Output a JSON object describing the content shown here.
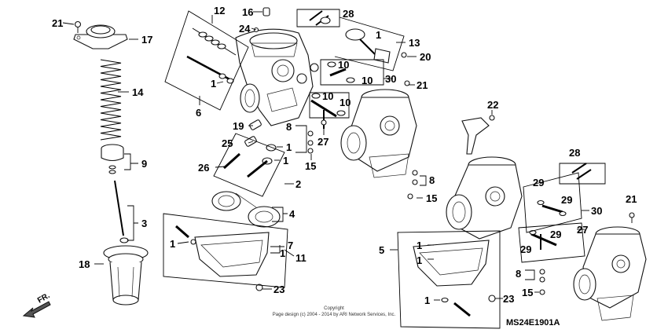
{
  "diagram": {
    "diagram_code": "MS24E1901A",
    "direction_label": "FR.",
    "copyright_line1": "Copyright",
    "copyright_line2": "Page design (c) 2004 - 2014 by ARI Network Services, Inc.",
    "callouts": [
      {
        "id": "c21a",
        "text": "21"
      },
      {
        "id": "c17",
        "text": "17"
      },
      {
        "id": "c14",
        "text": "14"
      },
      {
        "id": "c9",
        "text": "9"
      },
      {
        "id": "c3",
        "text": "3"
      },
      {
        "id": "c18",
        "text": "18"
      },
      {
        "id": "c12",
        "text": "12"
      },
      {
        "id": "c16",
        "text": "16"
      },
      {
        "id": "c24",
        "text": "24"
      },
      {
        "id": "c1a",
        "text": "1"
      },
      {
        "id": "c6",
        "text": "6"
      },
      {
        "id": "c19",
        "text": "19"
      },
      {
        "id": "c25",
        "text": "25"
      },
      {
        "id": "c1b",
        "text": "1"
      },
      {
        "id": "c1c",
        "text": "1"
      },
      {
        "id": "c26",
        "text": "26"
      },
      {
        "id": "c2",
        "text": "2"
      },
      {
        "id": "c4",
        "text": "4"
      },
      {
        "id": "c1d",
        "text": "1"
      },
      {
        "id": "c7",
        "text": "7"
      },
      {
        "id": "c1e",
        "text": "1"
      },
      {
        "id": "c11",
        "text": "11"
      },
      {
        "id": "c23a",
        "text": "23"
      },
      {
        "id": "c28a",
        "text": "28"
      },
      {
        "id": "c1f",
        "text": "1"
      },
      {
        "id": "c13",
        "text": "13"
      },
      {
        "id": "c20",
        "text": "20"
      },
      {
        "id": "c10a",
        "text": "10"
      },
      {
        "id": "c10b",
        "text": "10"
      },
      {
        "id": "c30a",
        "text": "30"
      },
      {
        "id": "c21b",
        "text": "21"
      },
      {
        "id": "c10c",
        "text": "10"
      },
      {
        "id": "c10d",
        "text": "10"
      },
      {
        "id": "c8a",
        "text": "8"
      },
      {
        "id": "c27a",
        "text": "27"
      },
      {
        "id": "c15a",
        "text": "15"
      },
      {
        "id": "c22",
        "text": "22"
      },
      {
        "id": "c8b",
        "text": "8"
      },
      {
        "id": "c15b",
        "text": "15"
      },
      {
        "id": "c28b",
        "text": "28"
      },
      {
        "id": "c29a",
        "text": "29"
      },
      {
        "id": "c29b",
        "text": "29"
      },
      {
        "id": "c30b",
        "text": "30"
      },
      {
        "id": "c27b",
        "text": "27"
      },
      {
        "id": "c29c",
        "text": "29"
      },
      {
        "id": "c29d",
        "text": "29"
      },
      {
        "id": "c21c",
        "text": "21"
      },
      {
        "id": "c5",
        "text": "5"
      },
      {
        "id": "c1g",
        "text": "1"
      },
      {
        "id": "c1h",
        "text": "1"
      },
      {
        "id": "c1i",
        "text": "1"
      },
      {
        "id": "c8c",
        "text": "8"
      },
      {
        "id": "c15c",
        "text": "15"
      },
      {
        "id": "c23b",
        "text": "23"
      }
    ]
  }
}
